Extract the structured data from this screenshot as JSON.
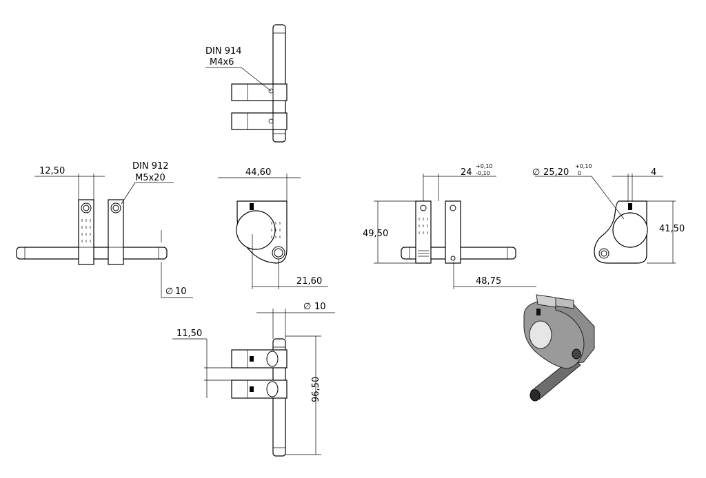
{
  "callouts": {
    "din914_line1": "DIN 914",
    "din914_line2": "M4x6",
    "din912_line1": "DIN 912",
    "din912_line2": "M5x20"
  },
  "dimensions": {
    "d_12_50": "12,50",
    "d_44_60": "44,60",
    "d_21_60": "21,60",
    "d_dia10_left": "10",
    "d_24": "24",
    "d_24_tol_upper": "+0,10",
    "d_24_tol_lower": "-0,10",
    "d_25_20": "25,20",
    "d_25_20_tol_upper": "+0,10",
    "d_25_20_tol_lower": "0",
    "d_4": "4",
    "d_49_50": "49,50",
    "d_41_50": "41,50",
    "d_48_75": "48,75",
    "d_dia10_bottom": "10",
    "d_11_50": "11,50",
    "d_96_50": "96,50"
  },
  "symbols": {
    "diameter": "∅"
  }
}
